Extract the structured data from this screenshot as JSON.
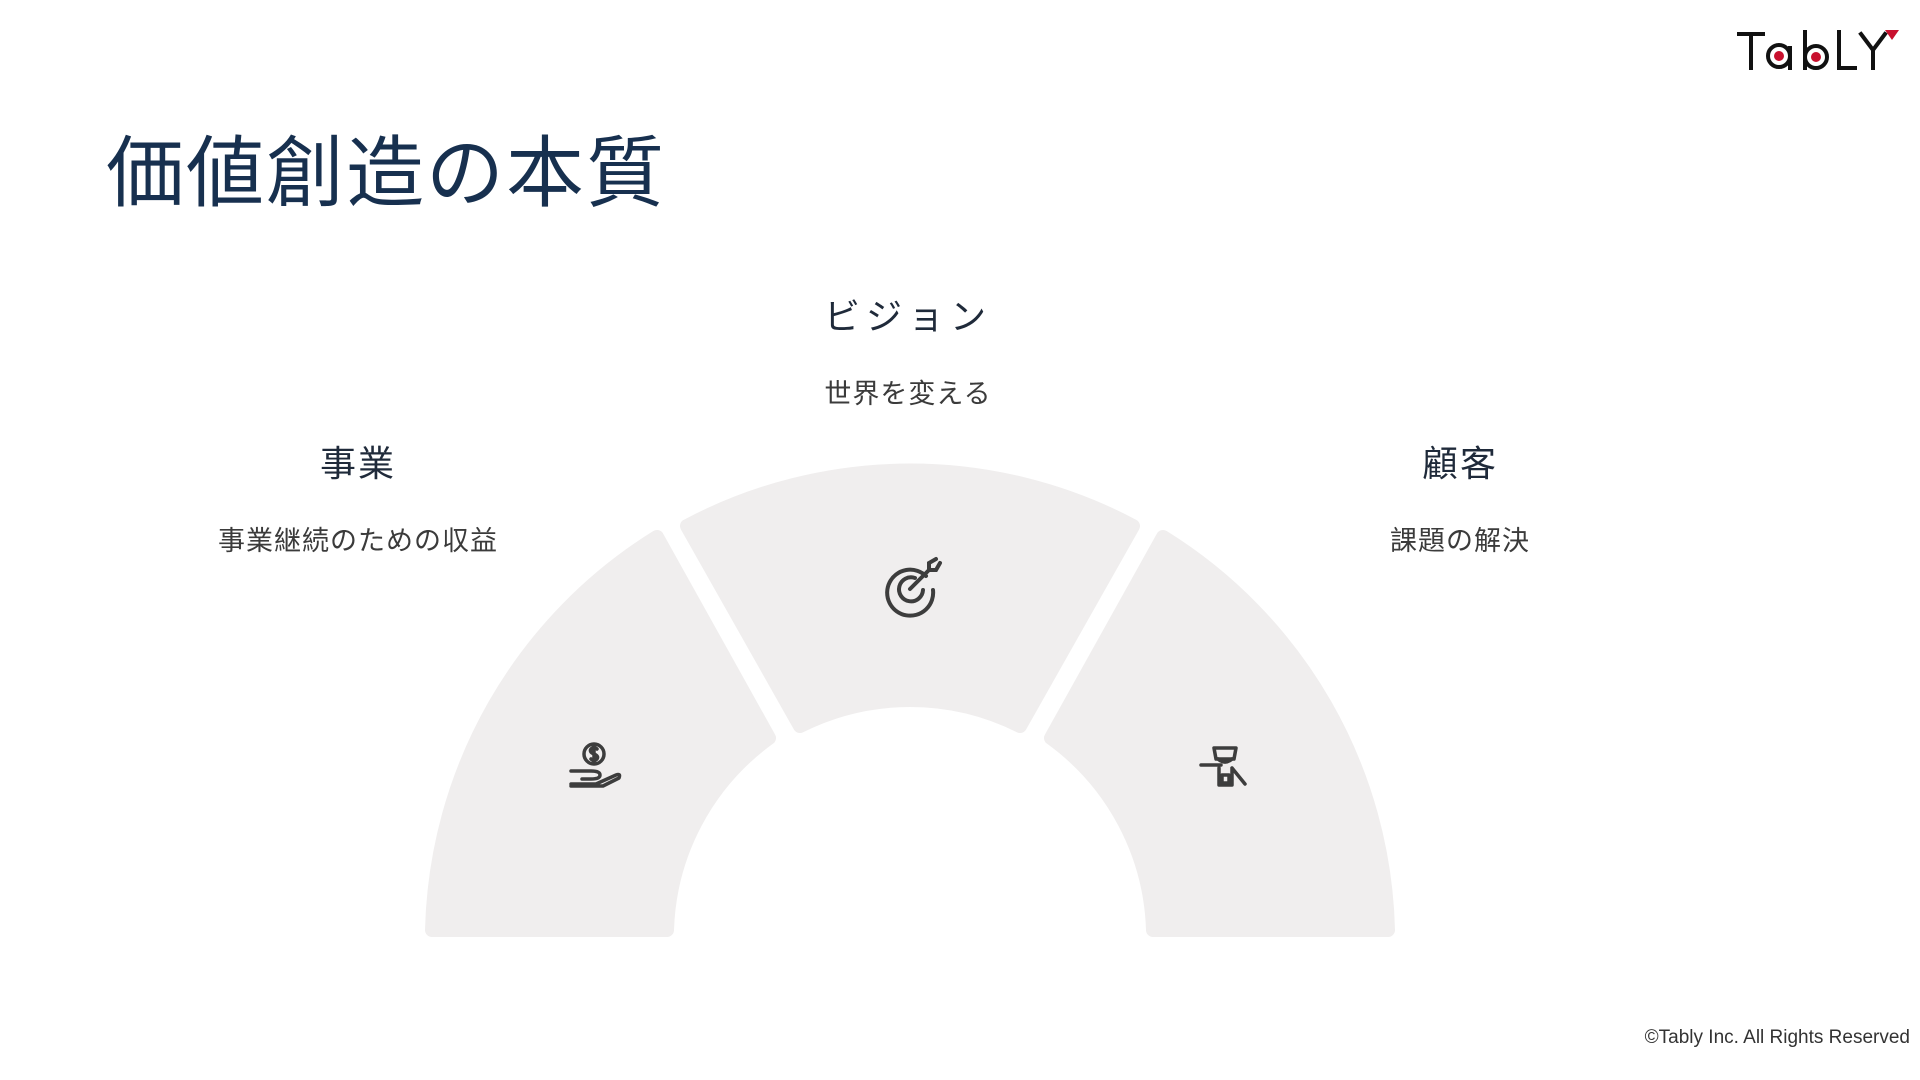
{
  "header": {
    "logo_text": "TabLY"
  },
  "slide": {
    "title": "価値創造の本質"
  },
  "segments": {
    "vision": {
      "heading": "ビジョン",
      "description": "世界を変える",
      "icon": "target-icon"
    },
    "business": {
      "heading": "事業",
      "description": "事業継続のための収益",
      "icon": "coin-hand-icon"
    },
    "customer": {
      "heading": "顧客",
      "description": "課題の解決",
      "icon": "customer-person-icon"
    }
  },
  "colors": {
    "title": "#17304f",
    "segment_fill": "#f0eeee",
    "logo_accent": "#c8102e",
    "icon_stroke": "#3d3d3d"
  },
  "footer": {
    "copyright": "©Tably Inc. All Rights Reserved"
  }
}
